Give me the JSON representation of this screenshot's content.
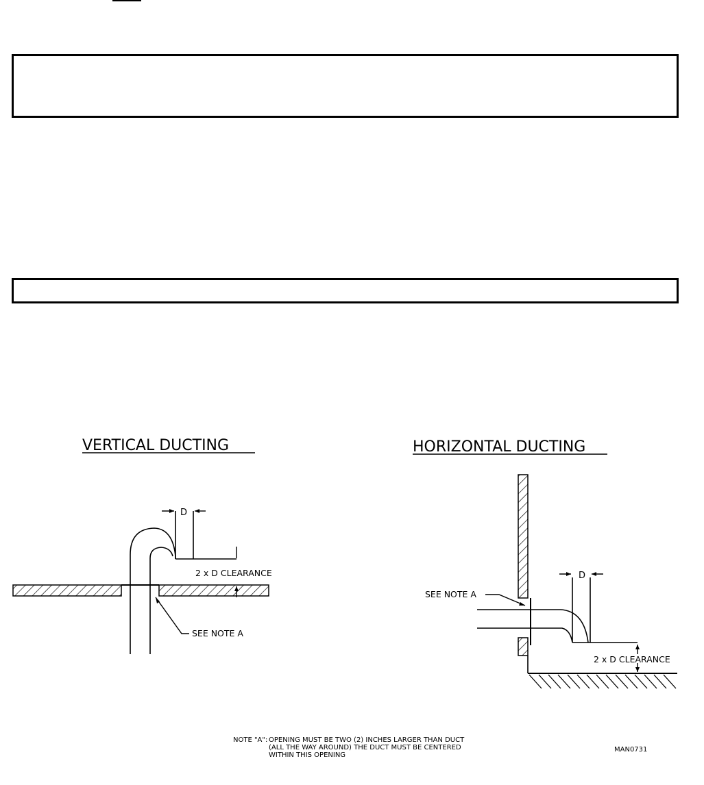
{
  "diagram": {
    "vertical": {
      "title": "VERTICAL DUCTING",
      "dimension_label": "D",
      "clearance_label": "2 x D CLEARANCE",
      "note_callout": "SEE NOTE A"
    },
    "horizontal": {
      "title": "HORIZONTAL DUCTING",
      "dimension_label": "D",
      "clearance_label": "2 x D CLEARANCE",
      "note_callout": "SEE NOTE A"
    },
    "footnote": {
      "label": "NOTE \"A\":",
      "line1": "OPENING MUST BE TWO (2) INCHES LARGER THAN DUCT",
      "line2": "(ALL THE WAY AROUND) THE DUCT MUST BE CENTERED",
      "line3": "WITHIN THIS OPENING"
    },
    "drawing_number": "MAN0731"
  }
}
